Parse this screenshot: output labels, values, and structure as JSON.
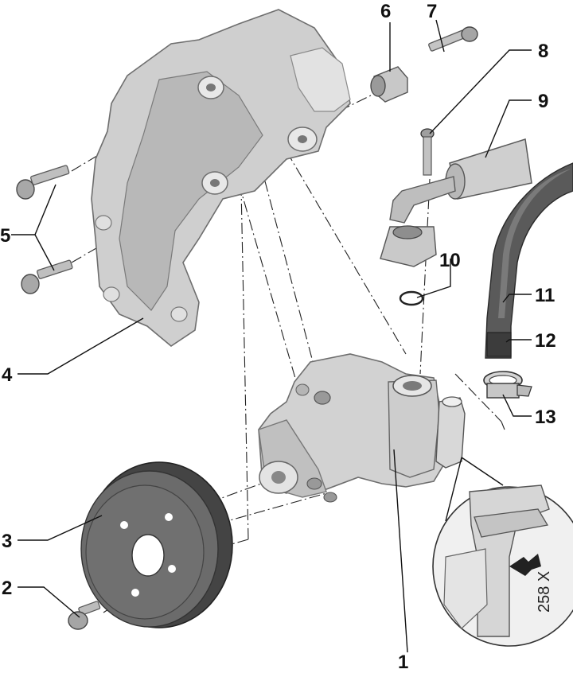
{
  "diagram": {
    "callouts": [
      "1",
      "2",
      "3",
      "4",
      "5",
      "6",
      "7",
      "8",
      "9",
      "10",
      "11",
      "12",
      "13"
    ],
    "inset_marking": "258 X",
    "colors": {
      "part_light": "#d9d9d9",
      "part_mid": "#bdbdbd",
      "part_dark": "#444444",
      "line": "#111111"
    }
  }
}
